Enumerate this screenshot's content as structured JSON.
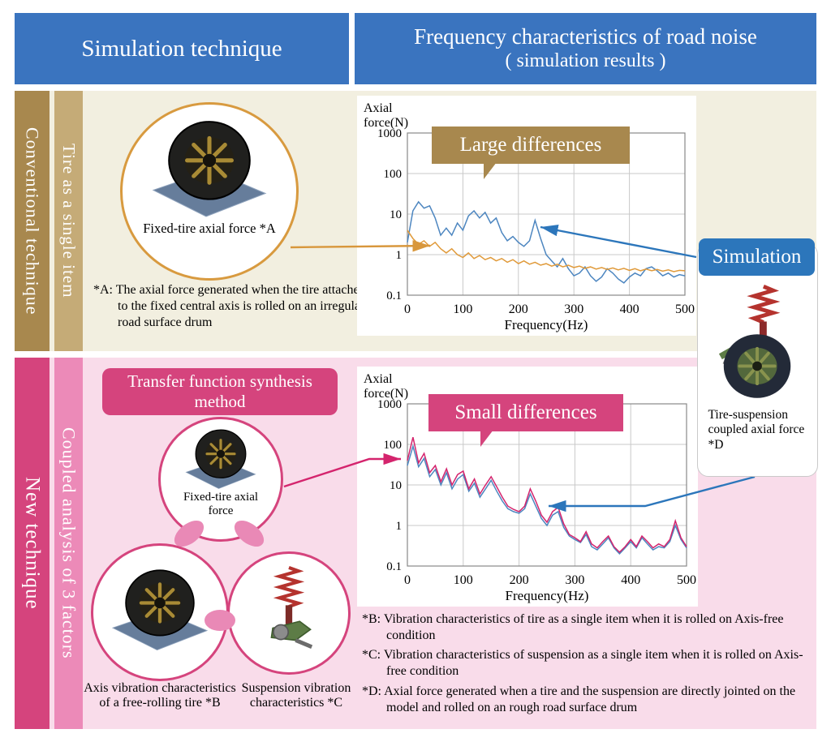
{
  "header": {
    "left": "Simulation technique",
    "right_line1": "Frequency characteristics of road noise",
    "right_line2": "( simulation results )"
  },
  "conventional": {
    "row_label": "Conventional technique",
    "sub_label": "Tire as a single item",
    "circle_caption": "Fixed-tire axial force *A",
    "footnote": "*A: The axial force generated when the tire attached to the fixed central axis is rolled on an irregular road surface drum",
    "callout": "Large differences"
  },
  "simulation_panel": {
    "label": "Simulation",
    "caption": "Tire-suspension coupled axial force *D"
  },
  "new_technique": {
    "row_label": "New technique",
    "sub_label": "Coupled analysis of 3 factors",
    "method_line1": "Transfer function synthesis",
    "method_line2": "method",
    "circle_top_caption": "Fixed-tire axial force",
    "circle_left_caption": "Axis vibration characteristics of a free-rolling tire *B",
    "circle_right_caption": "Suspension vibration characteristics *C",
    "callout": "Small differences",
    "footnotes": [
      "*B: Vibration characteristics of tire as a single item when it is rolled on Axis-free condition",
      "*C: Vibration characteristics of suspension as a single item when it is rolled on Axis-free condition",
      "*D: Axial force generated when a tire and the suspension are directly jointed on the model and rolled on an rough road surface drum"
    ]
  },
  "colors": {
    "header_blue": "#3a74bf",
    "tan_dark": "#a8884e",
    "tan_light": "#c5ab77",
    "beige_bg": "#f2efe0",
    "pink_dark": "#d5447d",
    "pink_light": "#ec8ab8",
    "pink_bg": "#f9dcea",
    "sim_blue": "#2c76bb",
    "line_blue": "#4d86c0",
    "line_orange": "#e09a3a",
    "line_magenta": "#d4246d"
  },
  "chart_data": [
    {
      "type": "line",
      "title": "Conventional technique: axial force vs frequency",
      "ylabel_lines": [
        "Axial",
        "force(N)"
      ],
      "xlabel": "Frequency(Hz)",
      "yscale": "log",
      "ylim": [
        0.1,
        1000
      ],
      "xlim": [
        0,
        500
      ],
      "yticks": [
        1000,
        100,
        10,
        1,
        0.1
      ],
      "xticks": [
        0,
        100,
        200,
        300,
        400,
        500
      ],
      "x_start": 0,
      "x_step": 10,
      "annotation": "Large differences",
      "series": [
        {
          "name": "blue-line",
          "color": "#4d86c0",
          "values": [
            2,
            12,
            20,
            14,
            16,
            8,
            3,
            4.5,
            3,
            6,
            4,
            9,
            12,
            8,
            11,
            6,
            8,
            3.5,
            2.2,
            2.8,
            2,
            1.6,
            2.2,
            7,
            2.5,
            1,
            0.7,
            0.5,
            0.8,
            0.45,
            0.3,
            0.35,
            0.5,
            0.3,
            0.22,
            0.28,
            0.45,
            0.35,
            0.25,
            0.2,
            0.28,
            0.35,
            0.3,
            0.45,
            0.5,
            0.4,
            0.3,
            0.35,
            0.28,
            0.32,
            0.3
          ]
        },
        {
          "name": "orange-line",
          "color": "#e09a3a",
          "values": [
            4,
            2.5,
            1.8,
            2.2,
            1.6,
            2,
            1.4,
            1.1,
            1.4,
            1,
            0.85,
            1.1,
            0.8,
            0.95,
            0.75,
            0.85,
            0.7,
            0.8,
            0.65,
            0.75,
            0.6,
            0.7,
            0.58,
            0.65,
            0.55,
            0.6,
            0.52,
            0.58,
            0.5,
            0.55,
            0.48,
            0.52,
            0.46,
            0.5,
            0.44,
            0.48,
            0.43,
            0.47,
            0.42,
            0.46,
            0.41,
            0.45,
            0.4,
            0.44,
            0.4,
            0.43,
            0.39,
            0.42,
            0.38,
            0.41,
            0.4
          ]
        }
      ]
    },
    {
      "type": "line",
      "title": "New technique: axial force vs frequency",
      "ylabel_lines": [
        "Axial",
        "force(N)"
      ],
      "xlabel": "Frequency(Hz)",
      "yscale": "log",
      "ylim": [
        0.1,
        1000
      ],
      "xlim": [
        0,
        500
      ],
      "yticks": [
        1000,
        100,
        10,
        1,
        0.1
      ],
      "xticks": [
        0,
        100,
        200,
        300,
        400,
        500
      ],
      "x_start": 0,
      "x_step": 10,
      "annotation": "Small differences",
      "series": [
        {
          "name": "blue-line",
          "color": "#4d86c0",
          "values": [
            30,
            90,
            28,
            45,
            16,
            24,
            10,
            20,
            8,
            14,
            18,
            7,
            11,
            5,
            8,
            13,
            7,
            4,
            2.6,
            2.2,
            2,
            2.6,
            6,
            3,
            1.5,
            1,
            1.8,
            2.2,
            0.9,
            0.55,
            0.45,
            0.38,
            0.6,
            0.3,
            0.25,
            0.35,
            0.5,
            0.28,
            0.2,
            0.28,
            0.4,
            0.28,
            0.5,
            0.35,
            0.25,
            0.3,
            0.28,
            0.4,
            1,
            0.45,
            0.28
          ]
        },
        {
          "name": "magenta-line",
          "color": "#d4246d",
          "values": [
            40,
            150,
            35,
            60,
            20,
            30,
            12,
            25,
            10,
            18,
            22,
            8,
            14,
            6,
            10,
            16,
            9,
            5,
            3,
            2.5,
            2.2,
            3,
            8,
            4,
            1.8,
            1.2,
            2.2,
            2.8,
            1.1,
            0.6,
            0.5,
            0.4,
            0.7,
            0.35,
            0.28,
            0.4,
            0.55,
            0.3,
            0.22,
            0.3,
            0.45,
            0.3,
            0.55,
            0.4,
            0.28,
            0.35,
            0.3,
            0.45,
            1.3,
            0.5,
            0.3
          ]
        }
      ]
    }
  ]
}
